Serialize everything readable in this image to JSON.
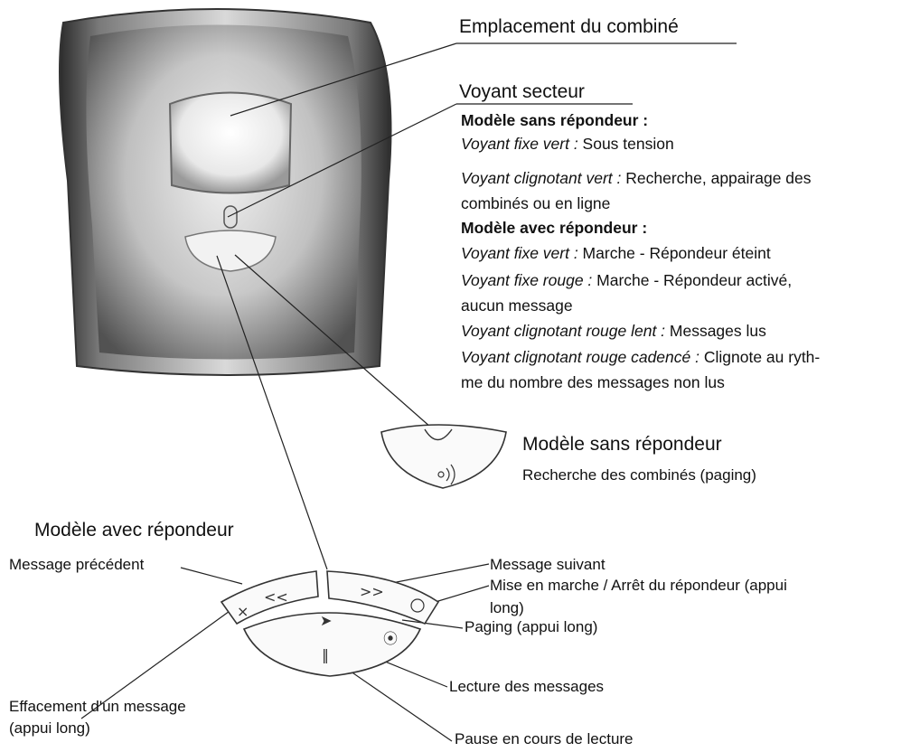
{
  "labels": {
    "emplacement": "Emplacement du combiné",
    "voyant": "Voyant secteur",
    "sans_title": "Modèle sans répondeur",
    "sans_desc": "Recherche des combinés (paging)",
    "avec_title": "Modèle avec répondeur",
    "msg_prec": "Message précédent",
    "msg_suiv": "Message suivant",
    "mise_marche_1": "Mise en marche / Arrêt du répondeur (appui",
    "mise_marche_2": "long)",
    "paging": "Paging (appui long)",
    "lecture": "Lecture des messages",
    "effacement_1": "Effacement d'un message",
    "effacement_2": "(appui long)",
    "pause": "Pause en cours de lecture"
  },
  "voyant_desc": {
    "sans_heading": "Modèle sans répondeur :",
    "s1_key": "Voyant fixe vert :",
    "s1_val": " Sous tension",
    "s2_key": "Voyant clignotant vert :",
    "s2_val": " Recherche, appairage des",
    "s2_cont": "combinés ou en ligne",
    "avec_heading": "Modèle avec répondeur :",
    "a1_key": "Voyant fixe vert :",
    "a1_val": " Marche - Répondeur éteint",
    "a2_key": "Voyant fixe rouge :",
    "a2_val": " Marche - Répondeur activé,",
    "a2_cont": "aucun message",
    "a3_key": "Voyant clignotant rouge lent :",
    "a3_val": " Messages lus",
    "a4_key": "Voyant clignotant rouge cadencé :",
    "a4_val": " Clignote au ryth-",
    "a4_cont": "me du nombre des messages non lus"
  }
}
